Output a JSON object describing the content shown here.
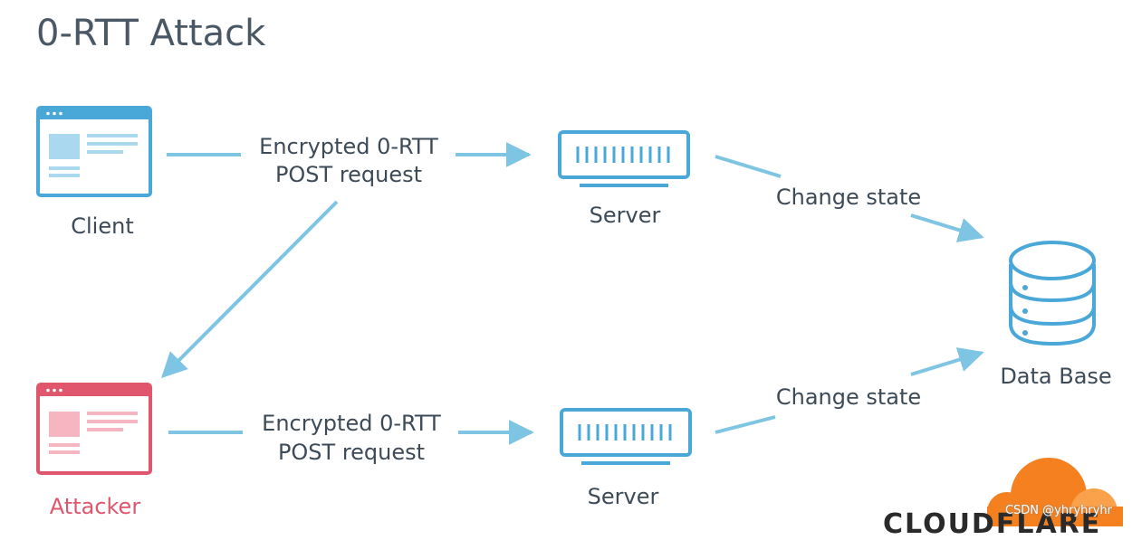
{
  "title": "0-RTT Attack",
  "nodes": {
    "client": "Client",
    "attacker": "Attacker",
    "server_top": "Server",
    "server_bottom": "Server",
    "database": "Data Base"
  },
  "edges": {
    "top_request_line1": "Encrypted 0-RTT",
    "top_request_line2": "POST request",
    "bottom_request_line1": "Encrypted 0-RTT",
    "bottom_request_line2": "POST request",
    "top_change": "Change state",
    "bottom_change": "Change state"
  },
  "logo": {
    "text": "CLOUDFLARE"
  },
  "watermark": "CSDN @yhryhryhr",
  "colors": {
    "accent": "#4aa8d8",
    "arrow": "#7ec4e3",
    "attacker": "#e0566d",
    "attacker_fill": "#f6b6c1",
    "client_fill": "#a9d8ef",
    "text": "#3d4a57",
    "logo_orange": "#f4801f"
  }
}
